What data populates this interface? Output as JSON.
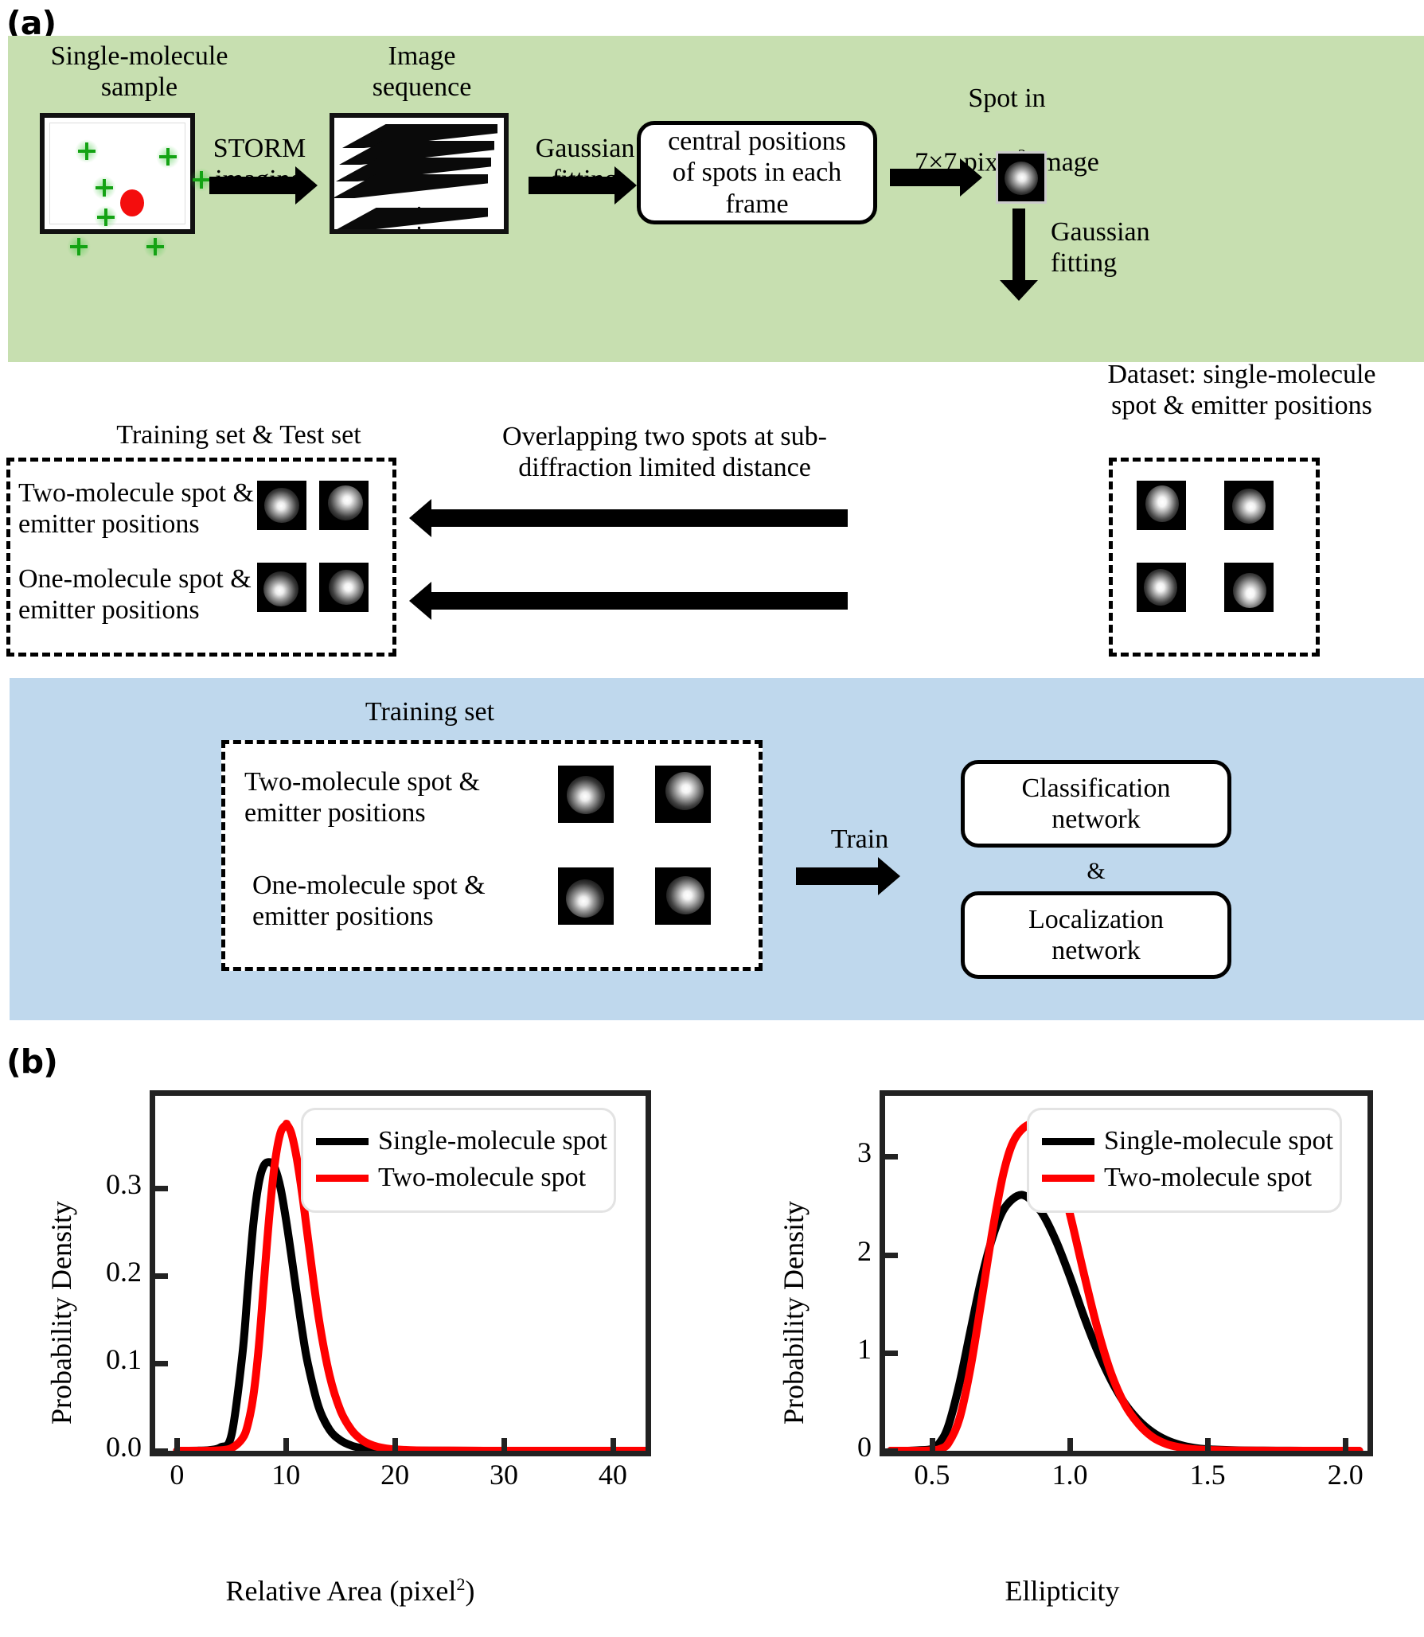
{
  "figure": {
    "panel_a_tag": "(a)",
    "panel_b_tag": "(b)"
  },
  "panel_a": {
    "bands": {
      "green_color": "#c7dfb0",
      "blue_color": "#bfd8ed"
    },
    "labels": {
      "sample_title": "Single-molecule\nsample",
      "sequence_title": "Image\nsequence",
      "storm_arrow": "STORM\nimaging",
      "gaussian_arrow": "Gaussian\nfitting",
      "central_positions_box": "central positions\nof spots in each\nframe",
      "spot_title_line1": "Spot in",
      "spot_title_line2_pre": "7×7 pixel",
      "spot_title_line2_sup": "2",
      "spot_title_line2_post": " image",
      "gaussian_down_arrow": "Gaussian\nfitting",
      "training_test_title": "Training set & Test set",
      "overlap_arrow_text": "Overlapping two spots at sub-\ndiffraction limited distance",
      "dataset_title": "Dataset: single-molecule\nspot & emitter positions",
      "two_molecule_row": "Two-molecule spot &\nemitter positions",
      "one_molecule_row": "One-molecule spot &\nemitter positions",
      "training_set_title": "Training set",
      "train_arrow": "Train",
      "classification_box": "Classification\nnetwork",
      "ampersand": "&",
      "localization_box": "Localization\nnetwork"
    }
  },
  "chart_data": [
    {
      "type": "line",
      "id": "relative-area",
      "title": "",
      "xlabel": "Relative Area (pixel²)",
      "ylabel": "Probability Density",
      "xlim": [
        -2,
        43
      ],
      "ylim": [
        0,
        0.405
      ],
      "xticks": [
        "0",
        "10",
        "20",
        "30",
        "40"
      ],
      "xtick_values": [
        0,
        10,
        20,
        30,
        40
      ],
      "yticks": [
        "0.0",
        "0.1",
        "0.2",
        "0.3"
      ],
      "ytick_values": [
        0.0,
        0.1,
        0.2,
        0.3
      ],
      "grid": false,
      "legend_position": "top-right",
      "series": [
        {
          "name": "Single-molecule spot",
          "color": "#000000",
          "peak_x": 8.6,
          "peak_y": 0.329,
          "x": [
            0,
            1,
            2,
            3,
            4,
            5,
            6,
            6.5,
            7,
            7.5,
            8,
            8.6,
            9,
            9.5,
            10,
            10.5,
            11,
            11.5,
            12,
            13,
            14,
            15,
            16,
            17,
            18,
            19,
            20,
            22,
            25,
            30,
            35,
            40,
            43
          ],
          "y": [
            0.0,
            0.0,
            0.0002,
            0.0008,
            0.004,
            0.018,
            0.11,
            0.185,
            0.258,
            0.305,
            0.326,
            0.329,
            0.322,
            0.3,
            0.264,
            0.222,
            0.178,
            0.136,
            0.1,
            0.05,
            0.024,
            0.012,
            0.006,
            0.003,
            0.0014,
            0.0007,
            0.0004,
            0.0002,
            0.0001,
            0.0,
            0.0,
            0.0,
            0.0
          ]
        },
        {
          "name": "Two-molecule spot",
          "color": "#ff0000",
          "peak_x": 10.1,
          "peak_y": 0.372,
          "x": [
            0,
            1,
            2,
            3,
            4,
            5,
            6,
            6.5,
            7,
            7.5,
            8,
            8.5,
            9,
            9.5,
            10,
            10.1,
            10.5,
            11,
            11.5,
            12,
            13,
            14,
            15,
            16,
            17,
            18,
            19,
            20,
            22,
            25,
            30,
            35,
            40,
            43
          ],
          "y": [
            0.0,
            0.0,
            0.0,
            0.0001,
            0.0006,
            0.003,
            0.014,
            0.03,
            0.062,
            0.118,
            0.196,
            0.272,
            0.33,
            0.363,
            0.372,
            0.372,
            0.362,
            0.333,
            0.292,
            0.244,
            0.152,
            0.086,
            0.046,
            0.024,
            0.012,
            0.006,
            0.003,
            0.0016,
            0.0005,
            0.0002,
            0.0,
            0.0,
            0.0,
            0.0
          ]
        }
      ]
    },
    {
      "type": "line",
      "id": "ellipticity",
      "title": "",
      "xlabel": "Ellipticity",
      "ylabel": "Probability Density",
      "xlim": [
        0.33,
        2.08
      ],
      "ylim": [
        0,
        3.62
      ],
      "xticks": [
        "0.5",
        "1.0",
        "1.5",
        "2.0"
      ],
      "xtick_values": [
        0.5,
        1.0,
        1.5,
        2.0
      ],
      "yticks": [
        "0",
        "1",
        "2",
        "3"
      ],
      "ytick_values": [
        0,
        1,
        2,
        3
      ],
      "grid": false,
      "legend_position": "top-right",
      "series": [
        {
          "name": "Single-molecule spot",
          "color": "#000000",
          "peak_x": 0.81,
          "peak_y": 2.6,
          "x": [
            0.35,
            0.4,
            0.45,
            0.5,
            0.53,
            0.56,
            0.6,
            0.64,
            0.68,
            0.72,
            0.76,
            0.81,
            0.85,
            0.9,
            0.95,
            1.0,
            1.05,
            1.1,
            1.15,
            1.2,
            1.25,
            1.3,
            1.35,
            1.4,
            1.45,
            1.5,
            1.6,
            1.7,
            1.8,
            1.9,
            2.0,
            2.05
          ],
          "y": [
            0.0,
            0.0,
            0.005,
            0.02,
            0.09,
            0.26,
            0.69,
            1.23,
            1.76,
            2.18,
            2.46,
            2.6,
            2.58,
            2.42,
            2.14,
            1.78,
            1.38,
            1.02,
            0.72,
            0.48,
            0.31,
            0.19,
            0.11,
            0.06,
            0.03,
            0.016,
            0.005,
            0.002,
            0.001,
            0.0,
            0.0,
            0.0
          ]
        },
        {
          "name": "Two-molecule spot",
          "color": "#ff0000",
          "peak_x": 0.855,
          "peak_y": 3.33,
          "x": [
            0.35,
            0.4,
            0.45,
            0.5,
            0.53,
            0.56,
            0.6,
            0.64,
            0.68,
            0.72,
            0.76,
            0.8,
            0.855,
            0.9,
            0.95,
            1.0,
            1.05,
            1.1,
            1.15,
            1.2,
            1.25,
            1.3,
            1.35,
            1.4,
            1.45,
            1.5,
            1.6,
            1.7,
            1.8,
            1.9,
            2.0,
            2.05
          ],
          "y": [
            0.0,
            0.0,
            0.0,
            0.004,
            0.02,
            0.08,
            0.33,
            0.85,
            1.54,
            2.25,
            2.84,
            3.18,
            3.33,
            3.26,
            2.94,
            2.42,
            1.82,
            1.25,
            0.79,
            0.47,
            0.27,
            0.14,
            0.07,
            0.035,
            0.016,
            0.008,
            0.002,
            0.001,
            0.0,
            0.0,
            0.0,
            0.0
          ]
        }
      ]
    }
  ]
}
